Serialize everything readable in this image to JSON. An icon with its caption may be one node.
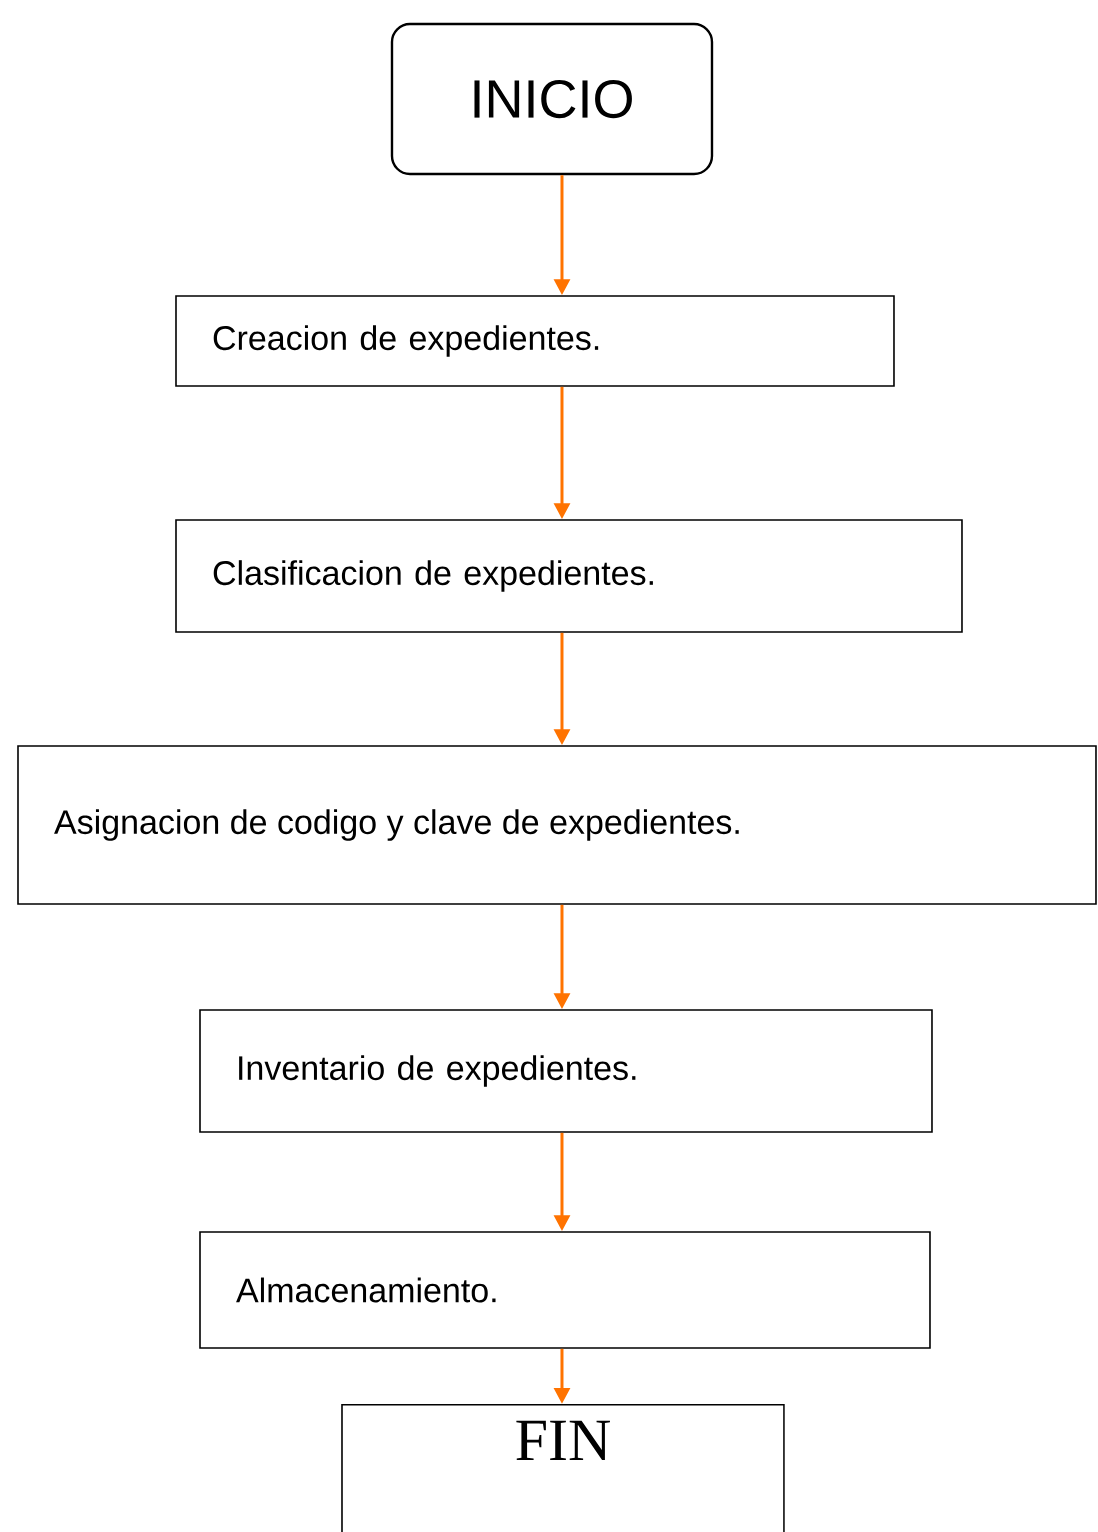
{
  "diagram": {
    "nodes": [
      {
        "text": [
          "INICIO"
        ]
      },
      {
        "text": [
          "Creacion de expedientes."
        ]
      },
      {
        "text": [
          "Clasificacion de expedientes."
        ]
      },
      {
        "text": [
          "Asignacion de codigo y clave de expedientes."
        ]
      },
      {
        "text": [
          "Inventario de expedientes."
        ]
      },
      {
        "text": [
          "Almacenamiento."
        ]
      },
      {
        "text": [
          "FIN"
        ]
      }
    ],
    "edges": [
      {
        "from": 0,
        "to": 1,
        "arrow": "to"
      },
      {
        "from": 1,
        "to": 2,
        "arrow": "to"
      },
      {
        "from": 2,
        "to": 3,
        "arrow": "to"
      },
      {
        "from": 3,
        "to": 4,
        "arrow": "to"
      },
      {
        "from": 4,
        "to": 5,
        "arrow": "to"
      },
      {
        "from": 5,
        "to": 6,
        "arrow": "to"
      }
    ]
  }
}
